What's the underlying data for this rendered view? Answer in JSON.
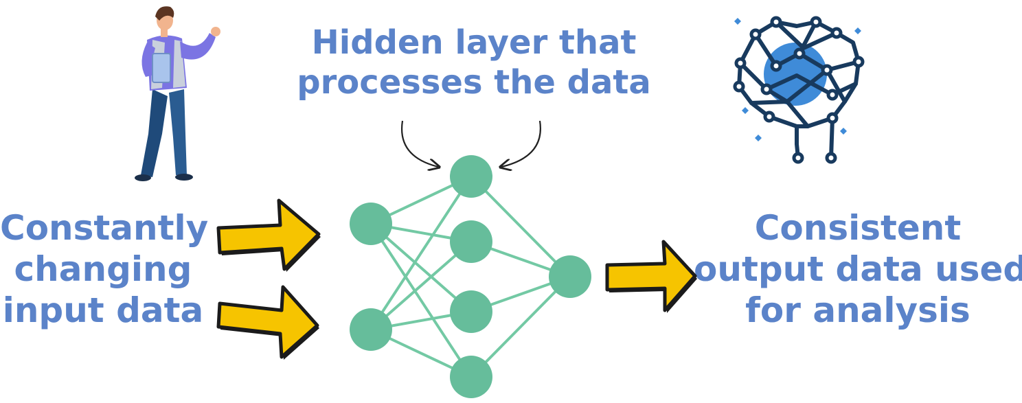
{
  "colors": {
    "text": "#5b83c9",
    "node": "#66bd9b",
    "edge": "#73c9a4",
    "arrow_fill": "#f6c400",
    "arrow_stroke": "#1b1b1b",
    "brain_dark": "#183a5e",
    "brain_blue": "#3f8bd8",
    "person_shirt": "#7b74e3",
    "person_vest": "#c9d0dc",
    "person_pants": "#1f4a7a",
    "person_hair": "#5b3522",
    "person_skin": "#f1b48e"
  },
  "labels": {
    "input": [
      "Constantly",
      "changing",
      "input data"
    ],
    "hidden": [
      "Hidden layer that",
      "processes the data"
    ],
    "output": [
      "Consistent",
      "output data used",
      "for analysis"
    ]
  },
  "icons": {
    "person": "person-presenting-icon",
    "brain": "brain-circuit-icon",
    "arrows": "bold-right-arrow-icon",
    "curved_arrows": "curved-pointer-arrow-icon"
  },
  "network": {
    "layers": [
      2,
      4,
      1
    ]
  }
}
